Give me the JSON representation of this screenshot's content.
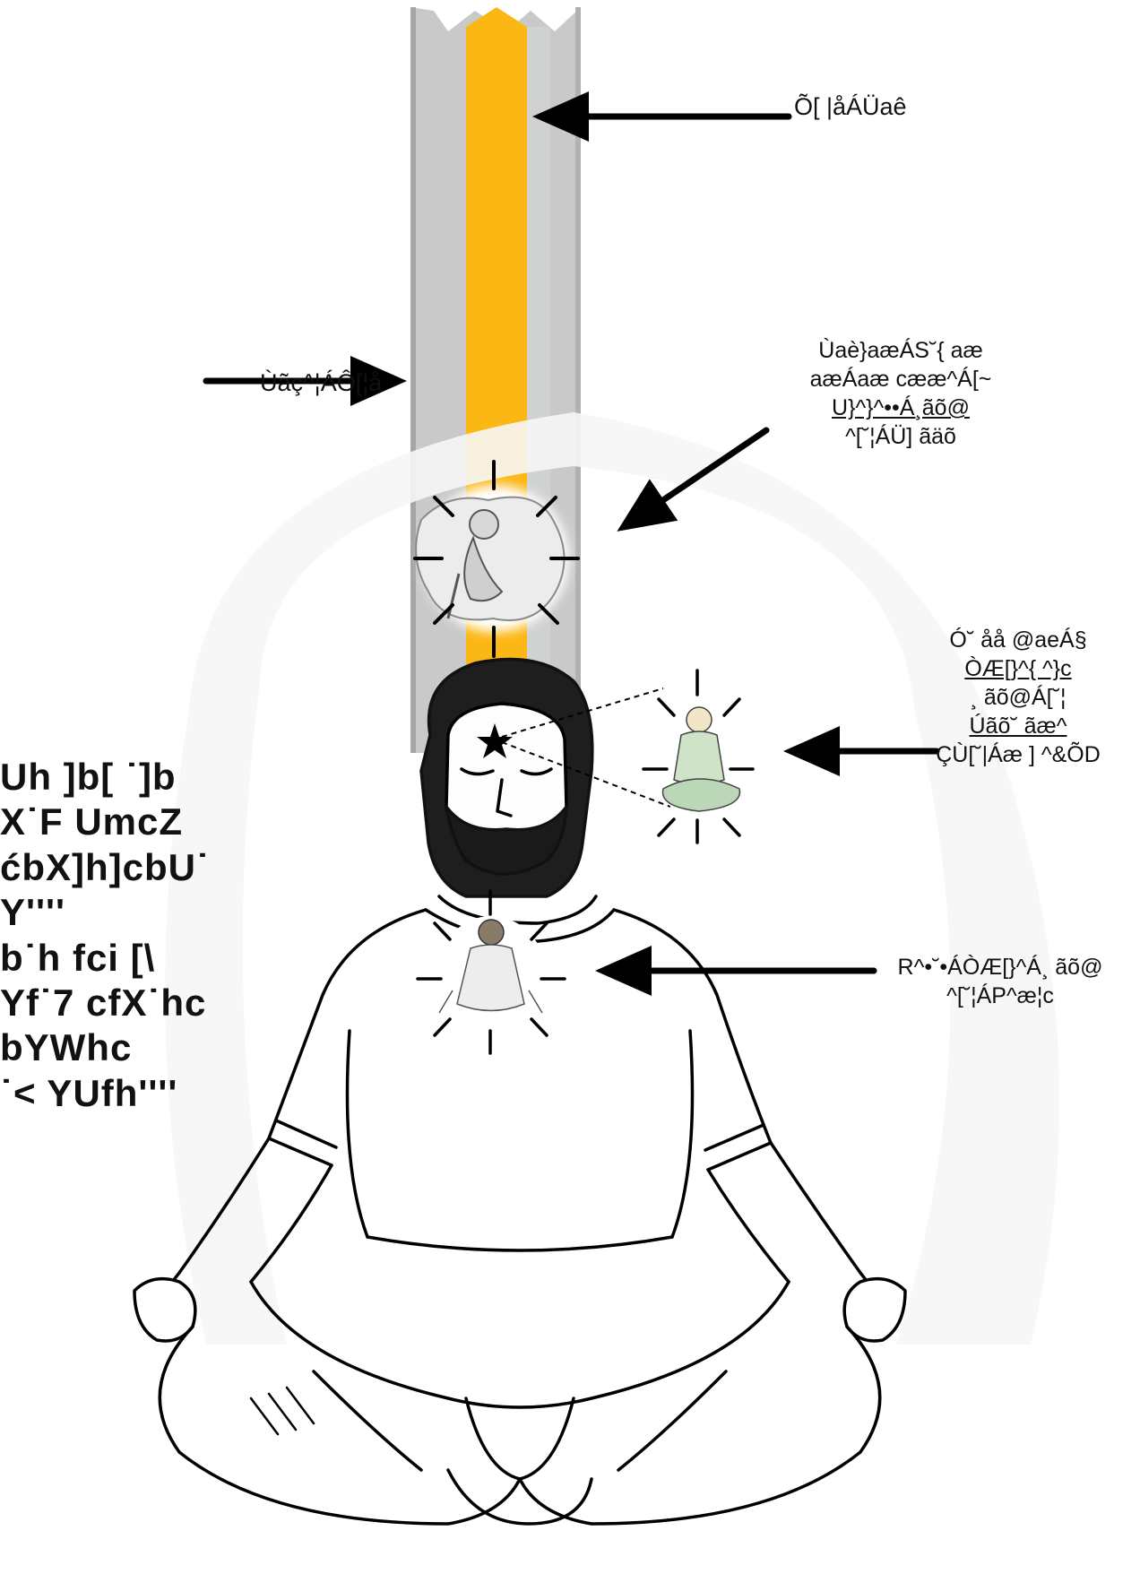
{
  "labels": {
    "top_right": "Õ[ |åÁÜaê",
    "left_beam": "Ùãç^¦ÁÔ[¦å",
    "upper_figure": [
      "Ùaè}aæÁS˘{ aæ",
      "aæÁaæ cææ^Á[~",
      "U}^}^••Á¸ãõ@",
      "^[˘¦ÁÜ] ãäõ"
    ],
    "middle_figure": [
      "Ó˘ åå @aeÁ§",
      "ÒÆ[}^{ ^}c",
      "¸ ãõ@Á[˘¦",
      "Úãõ˘ ãæ^",
      "ÇÙ[˘|Áæ ] ^&ÕD"
    ],
    "heart_figure": [
      "R^•˘•ÁÒÆ[}^Á¸ ãõ@",
      "^[˘¦ÁP^æ¦c"
    ],
    "side_text": [
      "Uh ]b[ ˙]b",
      "X˙F UmcZ",
      "ćbX]h]cbU˙",
      "Y''''",
      "b˙h fci [\\",
      "Yf˙7 cfX˙hc",
      "bYWhc",
      "˙< YUfh''''"
    ]
  },
  "colors": {
    "beam_gray": "#c8c8c8",
    "beam_gray_edge": "#999999",
    "beam_gold": "#fbb713",
    "arrow": "#000000",
    "background": "#ffffff"
  },
  "icons": [
    "upward-light-beam",
    "sage-figure-icon",
    "buddha-figure-icon",
    "jesus-figure-icon",
    "third-eye-star-icon",
    "meditating-man-illustration"
  ]
}
